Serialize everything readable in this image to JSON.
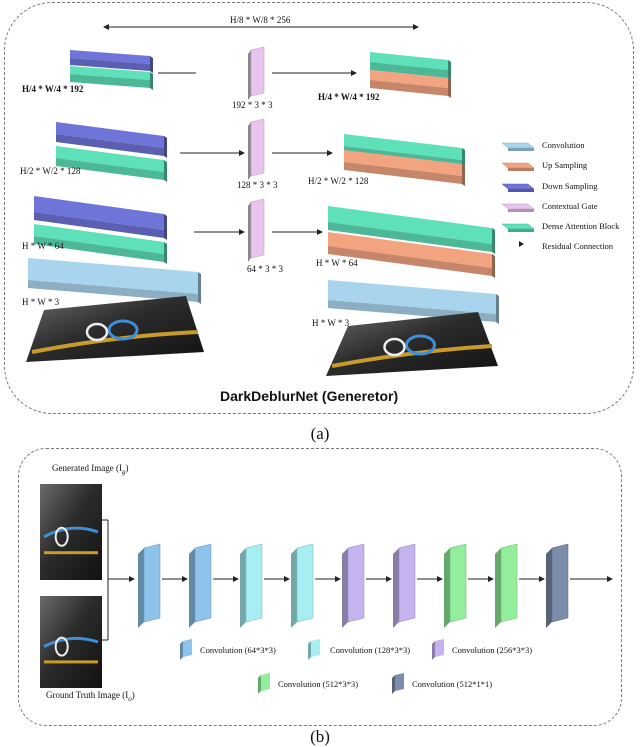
{
  "panel_a": {
    "title": "DarkDeblurNet (Generetor)",
    "caption": "(a)",
    "top_dim": "H/8 * W/8 * 256",
    "enc_labels": [
      "H/4 * W/4 * 192",
      "H/2 * W/2 * 128",
      "H * W * 64",
      "H * W * 3"
    ],
    "gate_labels": [
      "192 * 3 * 3",
      "128 * 3 * 3",
      "64 * 3 * 3"
    ],
    "dec_labels": [
      "H/4 * W/4 * 192",
      "H/2 * W/2 * 128",
      "H * W * 64",
      "H * W * 3"
    ],
    "legend": [
      {
        "label": "Convolution",
        "color": "#a9d4ee"
      },
      {
        "label": "Up Sampling",
        "color": "#f2a481"
      },
      {
        "label": "Down Sampling",
        "color": "#6f74d8"
      },
      {
        "label": "Contextual Gate",
        "color": "#e8c4ee"
      },
      {
        "label": "Dense Attention Block",
        "color": "#5ee0b8"
      },
      {
        "label": "Residual Connection",
        "color": "#222222"
      }
    ]
  },
  "panel_b": {
    "caption": "(b)",
    "generated_label": "Generated Image (I",
    "generated_sub": "g",
    "gt_label": "Ground Truth Image (I",
    "gt_sub": "o",
    "legend": [
      {
        "label": "Convolution (64*3*3)",
        "color": "#8ec3ec"
      },
      {
        "label": "Convolution (128*3*3)",
        "color": "#a6eef2"
      },
      {
        "label": "Convolution (256*3*3)",
        "color": "#c4b3ee"
      },
      {
        "label": "Convolution (512*3*3)",
        "color": "#93ee9c"
      },
      {
        "label": "Convolution (512*1*1)",
        "color": "#7b8daa"
      }
    ],
    "blocks": [
      "#8ec3ec",
      "#8ec3ec",
      "#a6eef2",
      "#a6eef2",
      "#c4b3ee",
      "#c4b3ee",
      "#93ee9c",
      "#93ee9c",
      "#7b8daa"
    ]
  }
}
